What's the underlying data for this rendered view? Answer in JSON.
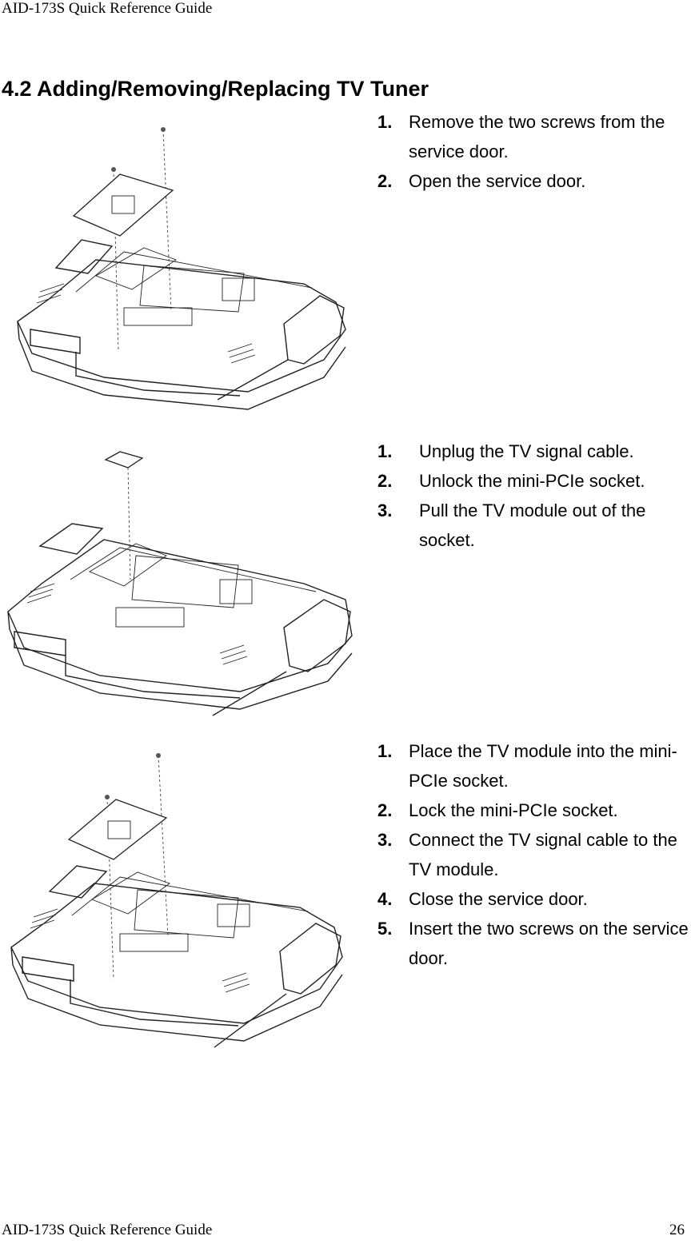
{
  "header": {
    "title": "AID-173S Quick Reference Guide"
  },
  "section": {
    "title": "4.2 Adding/Removing/Replacing TV Tuner"
  },
  "steps1": [
    {
      "num": "1.",
      "text": "Remove the two screws from the service door."
    },
    {
      "num": "2.",
      "text": "Open the service door."
    }
  ],
  "steps2": [
    {
      "num": "1.",
      "text": "Unplug the TV signal cable."
    },
    {
      "num": "2.",
      "text": "Unlock the mini-PCIe socket."
    },
    {
      "num": "3.",
      "text": "Pull the TV module out of the socket."
    }
  ],
  "steps3": [
    {
      "num": "1.",
      "text": "Place the TV module into the mini-PCIe socket."
    },
    {
      "num": "2.",
      "text": "Lock the mini-PCIe socket."
    },
    {
      "num": "3.",
      "text": "Connect the TV signal cable to the TV module."
    },
    {
      "num": "4.",
      "text": "Close the service door."
    },
    {
      "num": "5.",
      "text": "Insert the two screws on the service door."
    }
  ],
  "footer": {
    "title": "AID-173S Quick Reference Guide",
    "page": "26"
  }
}
